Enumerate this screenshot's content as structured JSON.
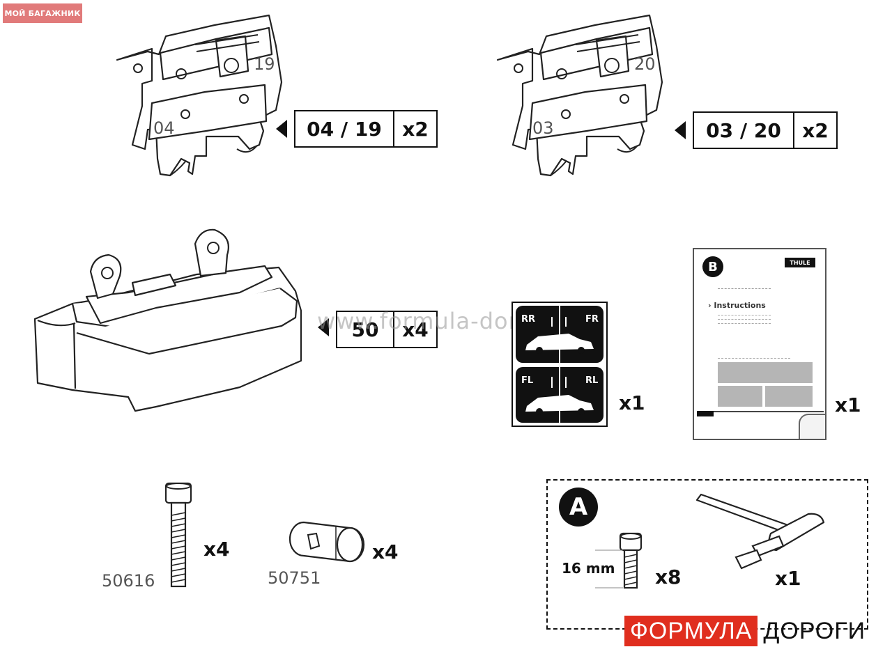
{
  "corner_badge": "МОЙ БАГАЖНИК",
  "watermark": "www.formula-dorogi.ru",
  "parts": {
    "bracket_a": {
      "part_label": "04 / 19",
      "qty": "x2",
      "num_left": "04",
      "num_right": "19"
    },
    "bracket_b": {
      "part_label": "03 / 20",
      "qty": "x2",
      "num_left": "03",
      "num_right": "20"
    },
    "foot_pad": {
      "part_label": "50",
      "qty": "x4"
    },
    "sticker": {
      "qty": "x1",
      "labels": [
        "RR",
        "FR",
        "FL",
        "RL"
      ]
    },
    "manual": {
      "qty": "x1",
      "badge": "B",
      "brand": "THULE",
      "heading": "Instructions"
    },
    "bolt": {
      "qty": "x4",
      "part_number": "50616"
    },
    "sleeve": {
      "qty": "x4",
      "part_number": "50751"
    },
    "tool_kit": {
      "badge": "A",
      "screw_length": "16 mm",
      "screw_qty": "x8",
      "key_qty": "x1"
    }
  },
  "logo": {
    "red_text": "ФОРМУЛА",
    "black_text": "ДОРОГИ"
  }
}
